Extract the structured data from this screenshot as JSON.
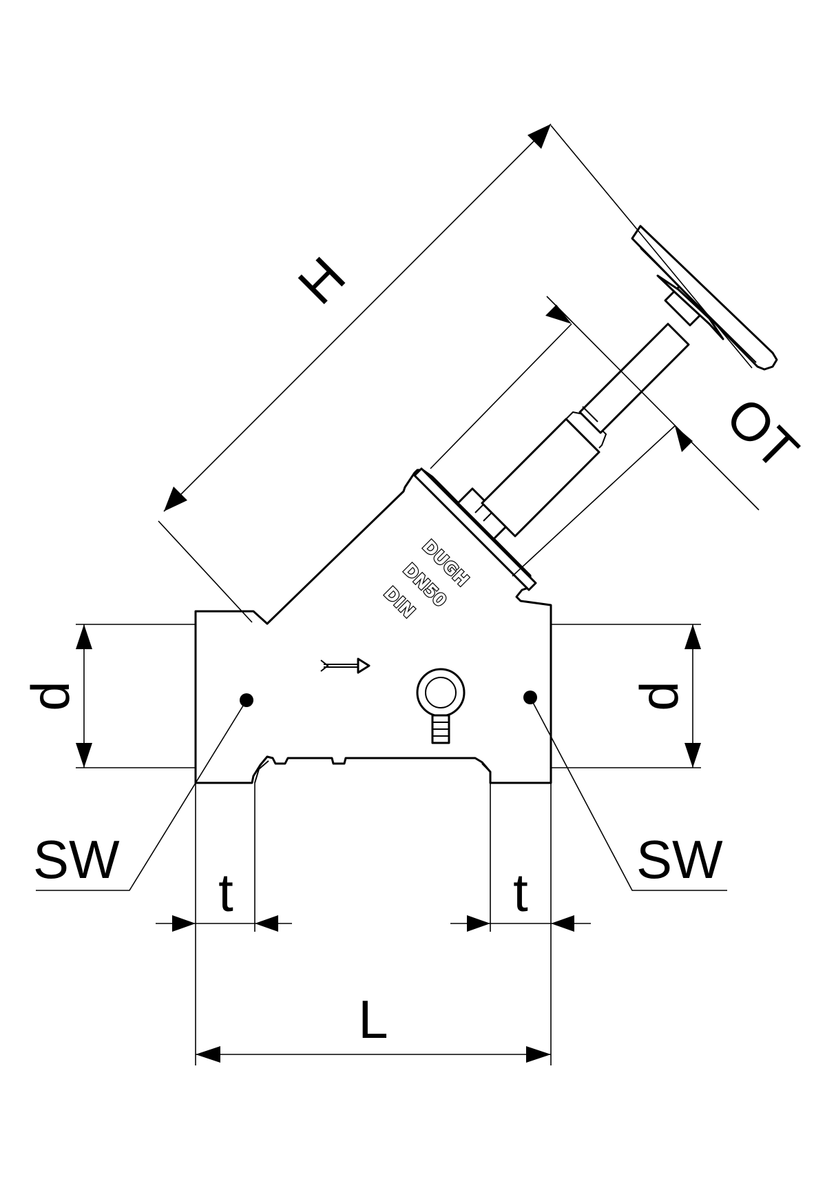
{
  "dimensions": {
    "height_label": "H",
    "handwheel_label": "OT",
    "diameter_left_label": "d",
    "diameter_right_label": "d",
    "wrench_left_label": "SW",
    "wrench_right_label": "SW",
    "depth_left_label": "t",
    "depth_right_label": "t",
    "length_label": "L"
  },
  "body_markings": {
    "brand": "DUGH",
    "nominal_size": "DN50",
    "standard": "DIN"
  },
  "icons": {
    "flow_arrow": "flow-direction-arrow-icon",
    "lifting_eye": "lifting-eye-icon"
  },
  "colors": {
    "line": "#000000",
    "background": "#ffffff"
  }
}
